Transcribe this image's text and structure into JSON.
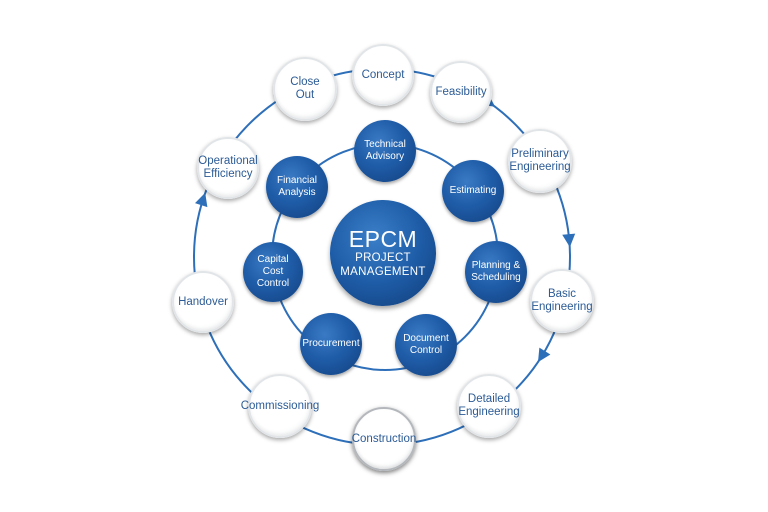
{
  "colors": {
    "ring_line": "#2e6fb9",
    "outer_text": "#2c5b95",
    "inner_fill": "#1f5ca8",
    "inner_text": "#ffffff"
  },
  "center": {
    "title": "EPCM",
    "subtitle_line1": "PROJECT",
    "subtitle_line2": "MANAGEMENT"
  },
  "outer_cycle": [
    {
      "label": "Concept"
    },
    {
      "label": "Feasibility"
    },
    {
      "label": "Preliminary\nEngineering"
    },
    {
      "label": "Basic\nEngineering"
    },
    {
      "label": "Detailed\nEngineering"
    },
    {
      "label": "Construction"
    },
    {
      "label": "Commissioning"
    },
    {
      "label": "Handover"
    },
    {
      "label": "Operational\nEfficiency"
    },
    {
      "label": "Close\nOut"
    }
  ],
  "inner_services": [
    {
      "label": "Technical\nAdvisory"
    },
    {
      "label": "Estimating"
    },
    {
      "label": "Planning &\nScheduling"
    },
    {
      "label": "Document\nControl"
    },
    {
      "label": "Procurement"
    },
    {
      "label": "Capital Cost\nControl"
    },
    {
      "label": "Financial\nAnalysis"
    }
  ]
}
